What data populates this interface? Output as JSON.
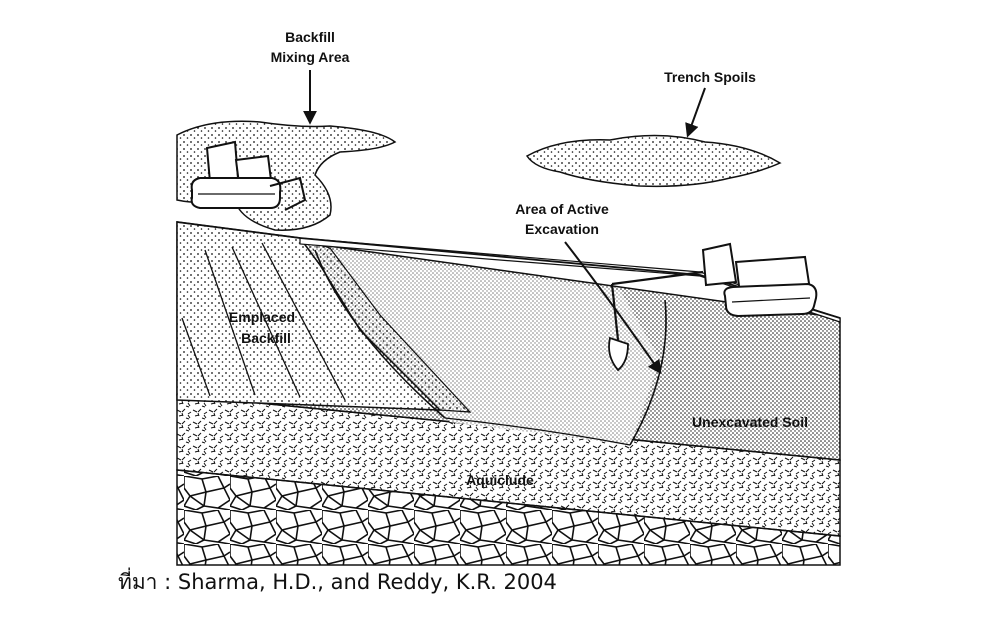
{
  "diagram": {
    "labels": {
      "backfill_mixing_area": [
        "Backfill",
        "Mixing Area"
      ],
      "trench_spoils": "Trench Spoils",
      "active_excavation": [
        "Area of Active",
        "Excavation"
      ],
      "emplaced_backfill": [
        "Emplaced",
        "Backfill"
      ],
      "unexcavated_soil": "Unexcavated Soil",
      "aquiclude": "Aquiclude"
    }
  },
  "caption": "ที่มา : Sharma, H.D., and Reddy, K.R. 2004",
  "colors": {
    "ink": "#111111",
    "background": "#ffffff"
  }
}
